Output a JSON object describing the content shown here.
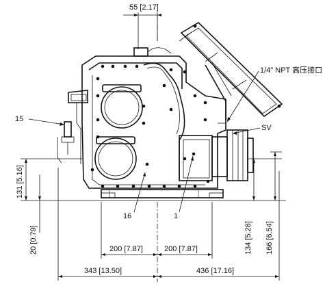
{
  "dimensions": {
    "top_offset": "55 [2.17]",
    "left_height_131": "131 [5.16]",
    "left_height_20": "20 [0.79]",
    "right_height_134": "134 [5.28]",
    "right_height_166": "166 [6.54]",
    "width_200_left": "200 [7.87]",
    "width_200_right": "200 [7.87]",
    "width_343": "343 [13.50]",
    "width_436": "436 [17.16]"
  },
  "callouts": {
    "port": "1/4\" NPT 高压接口",
    "sv": "SV",
    "item_15": "15",
    "item_16": "16",
    "item_1": "1"
  }
}
